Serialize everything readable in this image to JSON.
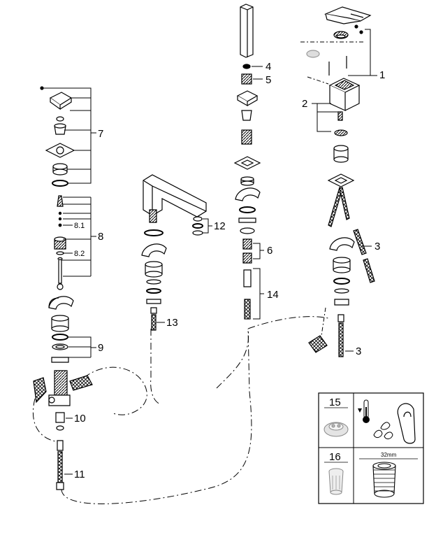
{
  "callouts": {
    "c1": "1",
    "c2": "2",
    "c3a": "3",
    "c3b": "3",
    "c4": "4",
    "c5": "5",
    "c6": "6",
    "c7": "7",
    "c8": "8",
    "c8_1": "8.1",
    "c8_2": "8.2",
    "c9": "9",
    "c10": "10",
    "c11": "11",
    "c12": "12",
    "c13": "13",
    "c14": "14"
  },
  "legend_box": {
    "item15": "15",
    "item16": "16",
    "dimension": "32mm"
  },
  "icons": [
    "thermometer-icon",
    "water-drop-icon",
    "hand-icon",
    "gear-cap-icon"
  ],
  "colors": {
    "line": "#000000",
    "part_fill": "#ffffff",
    "shade": "#d0d0d0"
  }
}
